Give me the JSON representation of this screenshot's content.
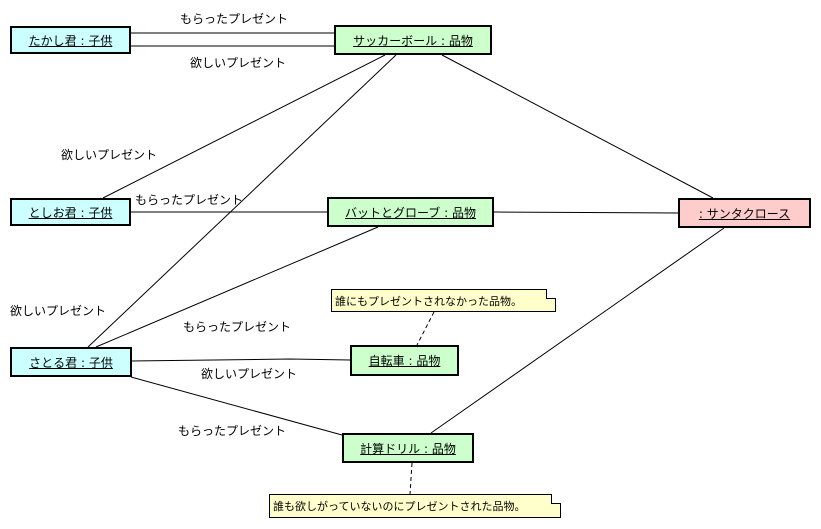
{
  "nodes": {
    "takashi": "たかし君 : 子供",
    "toshio": "としお君 : 子供",
    "satoru": "さとる君 : 子供",
    "soccer": "サッカーボール : 品物",
    "bat": "バットとグローブ : 品物",
    "bike": "自転車 : 品物",
    "drill": "計算ドリル : 品物",
    "santa": ": サンタクロース"
  },
  "labels": {
    "takashi_received": "もらったプレゼント",
    "takashi_wanted": "欲しいプレゼント",
    "toshio_wanted": "欲しいプレゼント",
    "toshio_received": "もらったプレゼント",
    "satoru_wanted": "欲しいプレゼント",
    "satoru_received_bat": "もらったプレゼント",
    "satoru_wanted_bike": "欲しいプレゼント",
    "satoru_received_drill": "もらったプレゼント"
  },
  "notes": {
    "bike_note": "誰にもプレゼントされなかった品物。",
    "drill_note": "誰も欲しがっていないのにプレゼントされた品物。"
  },
  "colors": {
    "child": "#ccffff",
    "item": "#ccffcc",
    "santa": "#ffcccc",
    "note": "#ffffcc"
  }
}
